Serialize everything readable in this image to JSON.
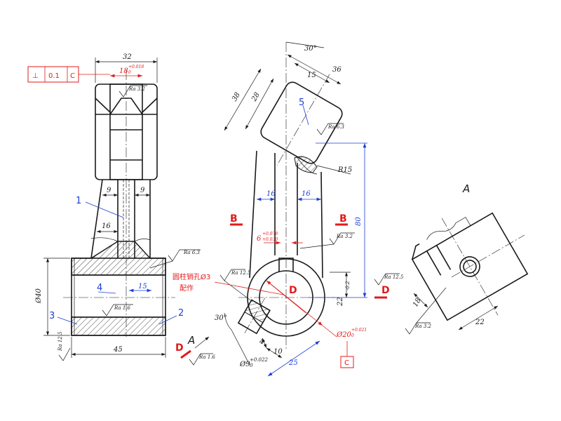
{
  "geometric_tolerance": {
    "symbol": "⊥",
    "value": "0.1",
    "datum": "C"
  },
  "datum_label": "C",
  "dimensions": {
    "front_width": "32",
    "slot_width": "18",
    "slot_tol_upper": "+0.018",
    "slot_tol_lower": "0",
    "fork_left": "9",
    "fork_right": "9",
    "rib": "16",
    "bore_len": "15",
    "diameter": "Ø40",
    "length": "45",
    "angle_top": "30°",
    "head_15": "15",
    "head_36": "36",
    "head_38": "38",
    "head_28": "28",
    "radius": "R15",
    "height_80": "80",
    "web_left": "16",
    "web_right": "16",
    "pin_6": "6",
    "pin6_upper": "+0.078",
    "pin6_lower": "+0.030",
    "offset_22": "22",
    "offset22_tol": "-0.2",
    "bore_dia": "Ø20",
    "bore_upper": "+0.021",
    "bore_lower": "0",
    "boss_4": "4",
    "boss_10": "10",
    "boss_25": "25",
    "angle_boss": "30°",
    "boss_dia": "Ø9",
    "boss_upper": "+0.022",
    "boss_lower": "0",
    "view_18": "18",
    "view_22": "22"
  },
  "roughness": {
    "r1": "Ra 3.2",
    "r2": "Ra 6.3",
    "r3": "Ra 1.6",
    "r4": "Ra 12.5",
    "r5": "Ra 6.3",
    "r6": "Ra 3.2",
    "r7": "Ra 12.5",
    "r8": "Ra 12.5",
    "r9": "Ra 1.6",
    "r10": "Ra 3.2"
  },
  "callouts": {
    "c1": "1",
    "c2": "2",
    "c3": "3",
    "c4": "4",
    "c5": "5"
  },
  "sections": {
    "b_left": "B",
    "b_right": "B",
    "d_right": "D",
    "d_left": "D",
    "d_center": "D"
  },
  "view_labels": {
    "a_arrow": "A",
    "a_view": "A"
  },
  "notes": {
    "pin_hole": "圆柱销孔Ø3",
    "match_drill": "配作"
  }
}
